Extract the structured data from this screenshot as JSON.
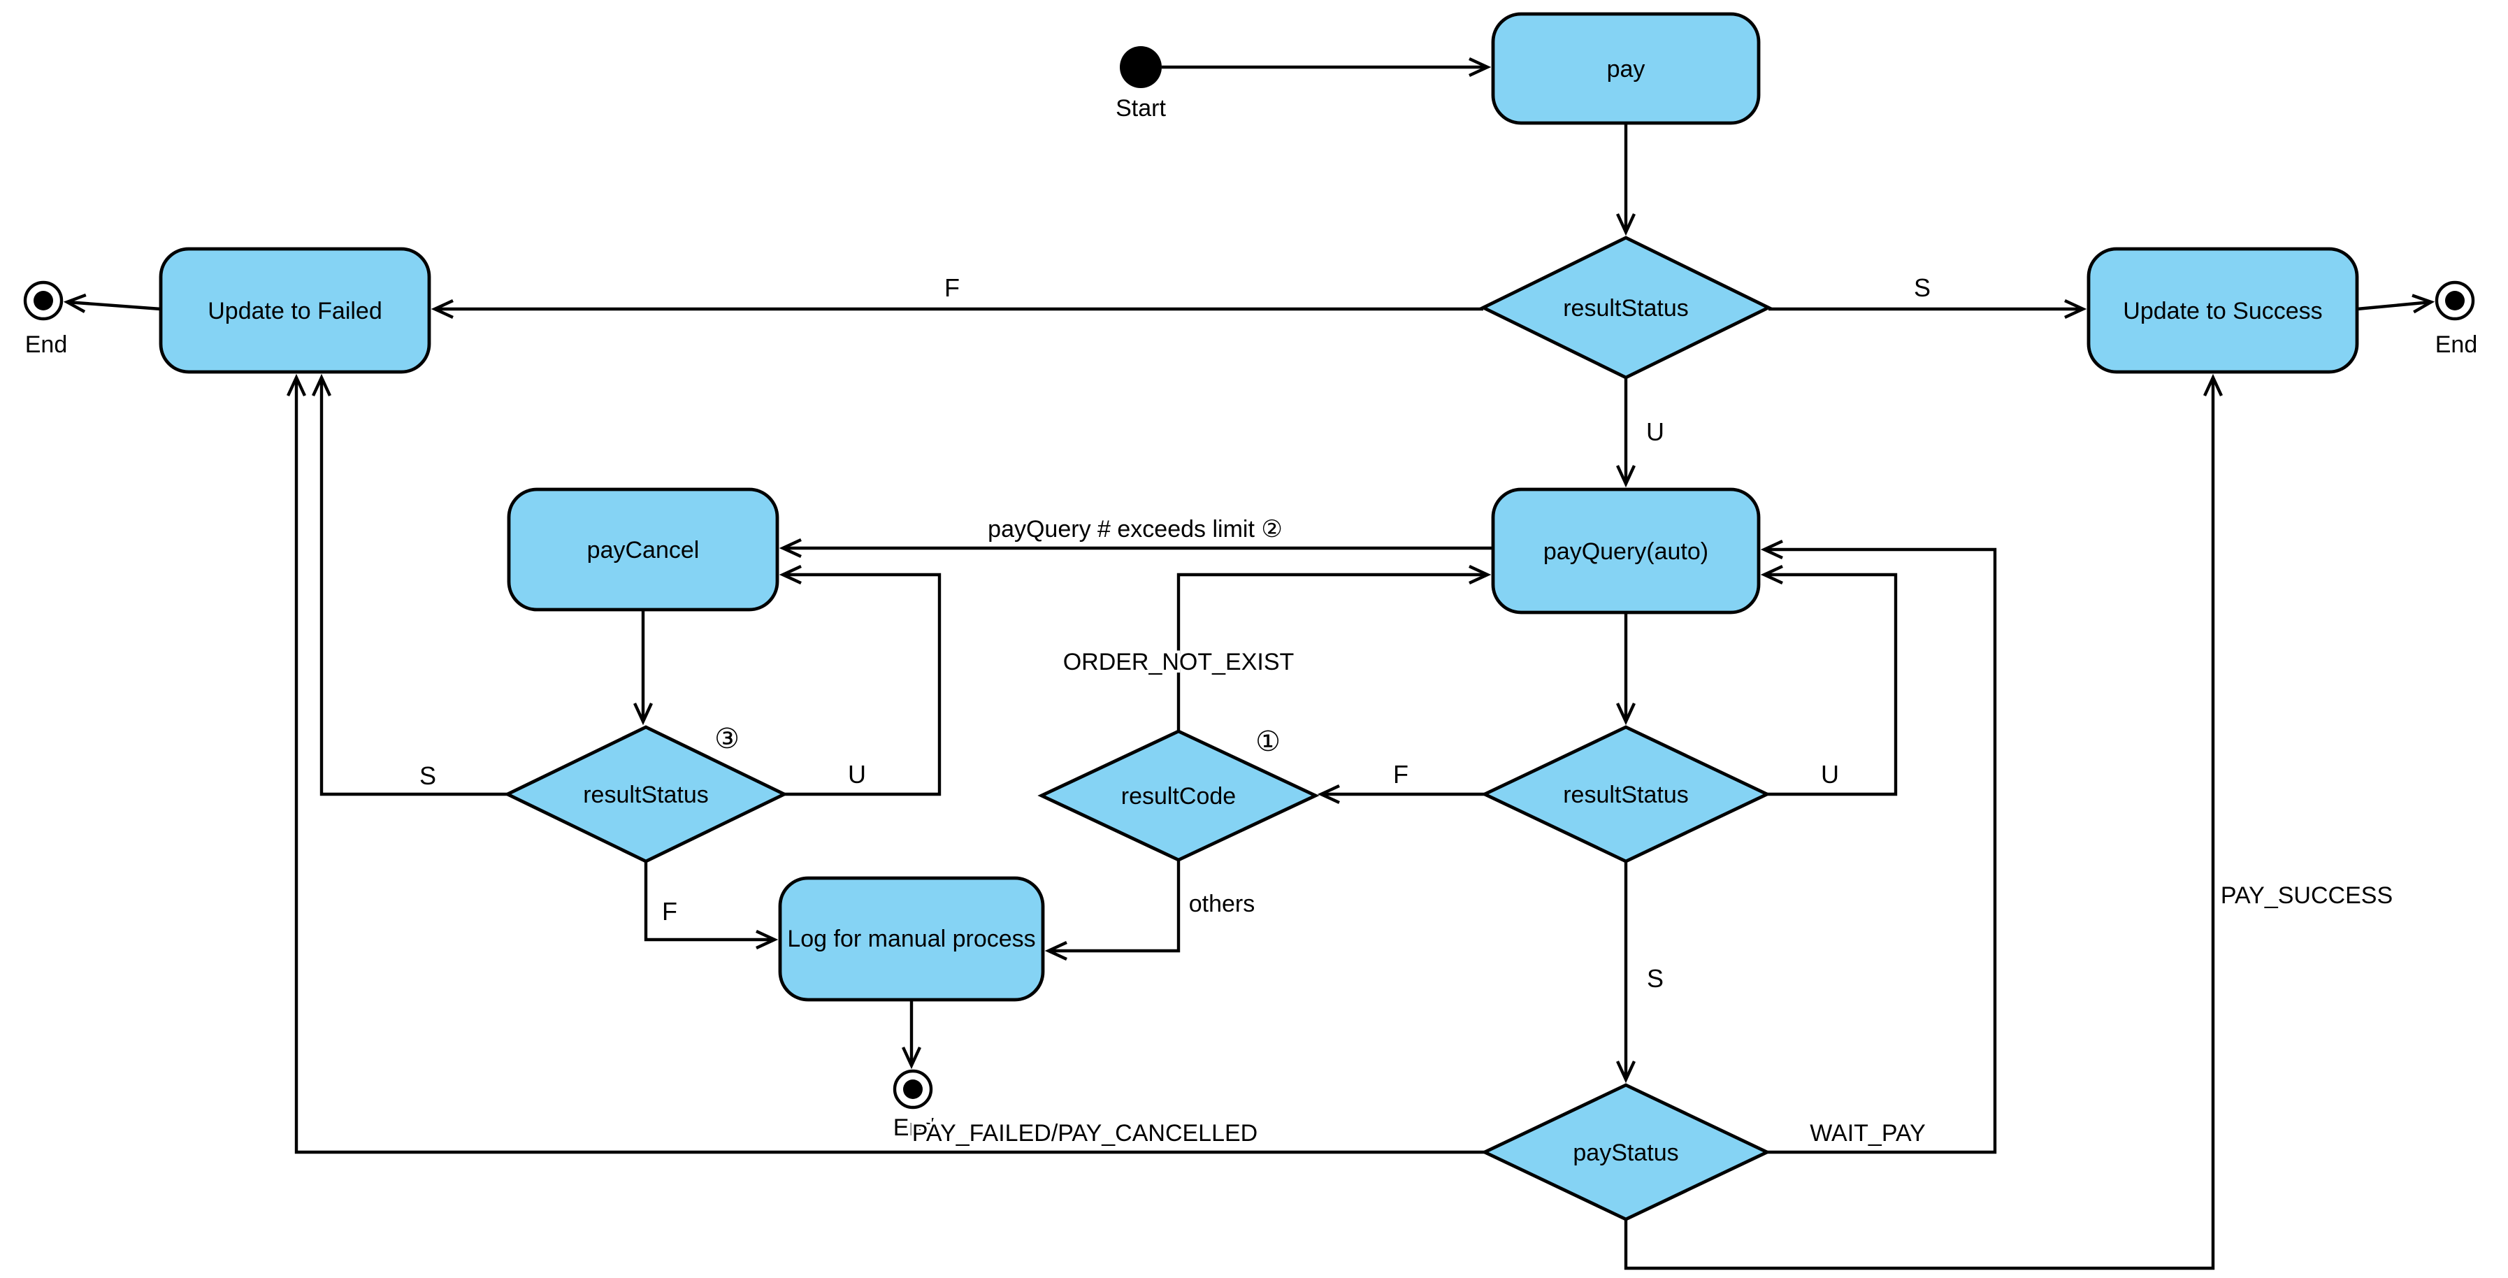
{
  "diagram_type": "activity-state-flowchart",
  "colors": {
    "node_fill": "#85D3F4",
    "node_border": "#000000",
    "line": "#000000",
    "background": "#FFFFFF"
  },
  "terminals": {
    "start": {
      "label": "Start"
    },
    "end_left": {
      "label": "End"
    },
    "end_right": {
      "label": "End"
    },
    "end_bottom": {
      "label": "End"
    }
  },
  "nodes": {
    "pay": {
      "label": "pay"
    },
    "update_failed": {
      "label": "Update to Failed"
    },
    "update_success": {
      "label": "Update to Success"
    },
    "pay_query": {
      "label": "payQuery(auto)"
    },
    "pay_cancel": {
      "label": "payCancel"
    },
    "log_manual": {
      "label": "Log for manual process"
    }
  },
  "decisions": {
    "result_status_top": {
      "label": "resultStatus"
    },
    "result_status_mid": {
      "label": "resultStatus"
    },
    "result_code": {
      "label": "resultCode"
    },
    "result_status_cancel": {
      "label": "resultStatus"
    },
    "pay_status": {
      "label": "payStatus"
    }
  },
  "edges": {
    "f_top": {
      "label": "F"
    },
    "s_top": {
      "label": "S"
    },
    "u_top": {
      "label": "U"
    },
    "exceeds_limit": {
      "label": "payQuery # exceeds limit ②"
    },
    "order_not_exist": {
      "label": "ORDER_NOT_EXIST"
    },
    "f_mid": {
      "label": "F"
    },
    "u_mid": {
      "label": "U"
    },
    "s_mid": {
      "label": "S"
    },
    "s_cancel": {
      "label": "S"
    },
    "u_cancel": {
      "label": "U"
    },
    "f_cancel": {
      "label": "F"
    },
    "others": {
      "label": "others"
    },
    "pay_failed": {
      "label": "PAY_FAILED/PAY_CANCELLED"
    },
    "wait_pay": {
      "label": "WAIT_PAY"
    },
    "pay_success": {
      "label": "PAY_SUCCESS"
    }
  },
  "annotations": {
    "one": "①",
    "two": "②",
    "three": "③"
  }
}
